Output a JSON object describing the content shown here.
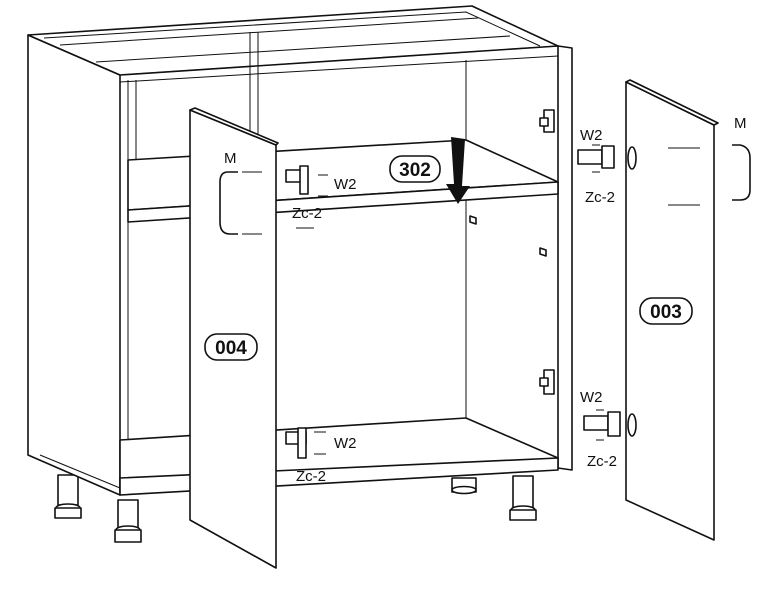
{
  "parts": {
    "shelf": "302",
    "left_door": "004",
    "right_door": "003"
  },
  "labels": {
    "handle_left": "M",
    "handle_right": "M",
    "hinge_top_left": "W2",
    "hinge_top_left_plate": "Zc-2",
    "hinge_bottom_left": "W2",
    "hinge_bottom_left_plate": "Zc-2",
    "hinge_top_right": "W2",
    "hinge_top_right_plate": "Zc-2",
    "hinge_bottom_right": "W2",
    "hinge_bottom_right_plate": "Zc-2"
  },
  "colors": {
    "line": "#111111",
    "background": "#ffffff"
  }
}
